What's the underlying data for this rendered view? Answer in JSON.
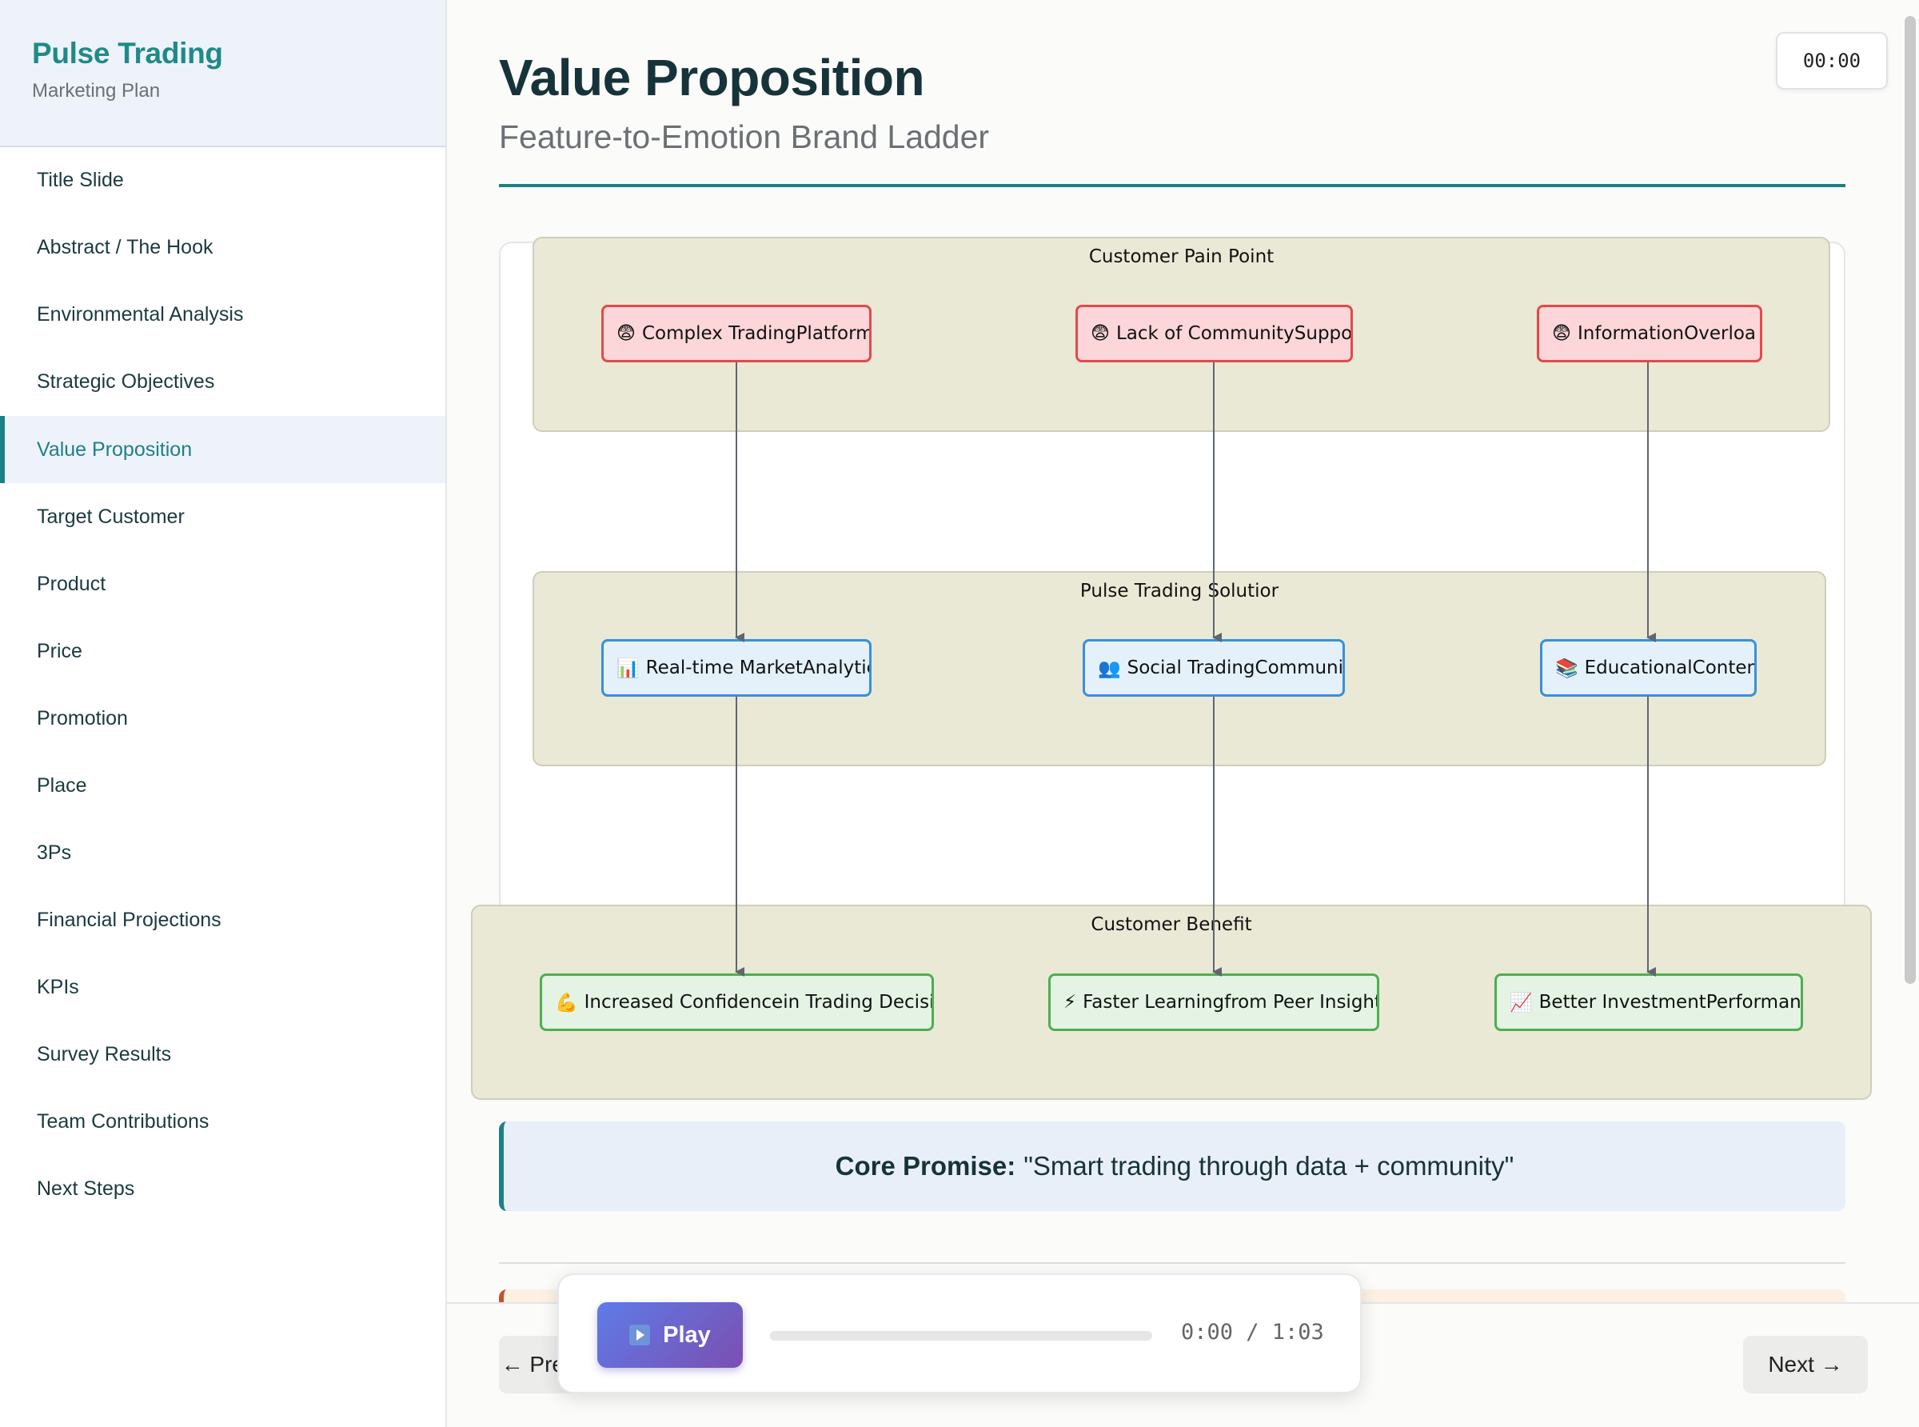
{
  "sidebar": {
    "brand": "Pulse Trading",
    "subtitle": "Marketing Plan",
    "items": [
      {
        "label": "Title Slide"
      },
      {
        "label": "Abstract / The Hook"
      },
      {
        "label": "Environmental Analysis"
      },
      {
        "label": "Strategic Objectives"
      },
      {
        "label": "Value Proposition",
        "active": true
      },
      {
        "label": "Target Customer"
      },
      {
        "label": "Product"
      },
      {
        "label": "Price"
      },
      {
        "label": "Promotion"
      },
      {
        "label": "Place"
      },
      {
        "label": "3Ps"
      },
      {
        "label": "Financial Projections"
      },
      {
        "label": "KPIs"
      },
      {
        "label": "Survey Results"
      },
      {
        "label": "Team Contributions"
      },
      {
        "label": "Next Steps"
      }
    ]
  },
  "header": {
    "title": "Value Proposition",
    "subtitle": "Feature-to-Emotion Brand Ladder",
    "timer": "00:00"
  },
  "diagram": {
    "layers": {
      "pain": {
        "label": "Customer Pain Point"
      },
      "solution": {
        "label": "Pulse Trading Solutior"
      },
      "benefit": {
        "label": "Customer Benefit"
      }
    },
    "nodes": {
      "pain": [
        {
          "emoji": "😨",
          "label": "Complex TradingPlatform"
        },
        {
          "emoji": "😨",
          "label": "Lack of CommunitySuppor"
        },
        {
          "emoji": "😨",
          "label": "InformationOverloa"
        }
      ],
      "solution": [
        {
          "emoji": "📊",
          "label": "Real-time MarketAnalytic"
        },
        {
          "emoji": "👥",
          "label": "Social TradingCommunit"
        },
        {
          "emoji": "📚",
          "label": "EducationalConten"
        }
      ],
      "benefit": [
        {
          "emoji": "💪",
          "label": "Increased Confidencein Trading Decisior"
        },
        {
          "emoji": "⚡",
          "label": "Faster Learningfrom Peer Insight"
        },
        {
          "emoji": "📈",
          "label": "Better InvestmentPerformanc"
        }
      ]
    },
    "colors": {
      "pain_fill": "#fcd6d8",
      "pain_border": "#e24a4a",
      "solution_fill": "#e4f1fb",
      "solution_border": "#3a8fd9",
      "benefit_fill": "#e4f3e4",
      "benefit_border": "#4caf50",
      "layer_fill": "#eae9d6",
      "arrow": "#5f6670"
    }
  },
  "promise": {
    "label": "Core Promise:",
    "text": "\"Smart trading through data + community\""
  },
  "footer": {
    "prev_label": "← Previous",
    "next_label": "Next →"
  },
  "player": {
    "play_label": "Play",
    "play_icon": "play-icon",
    "time": "0:00 / 1:03",
    "progress": 0
  },
  "accent": "#1f7f86"
}
